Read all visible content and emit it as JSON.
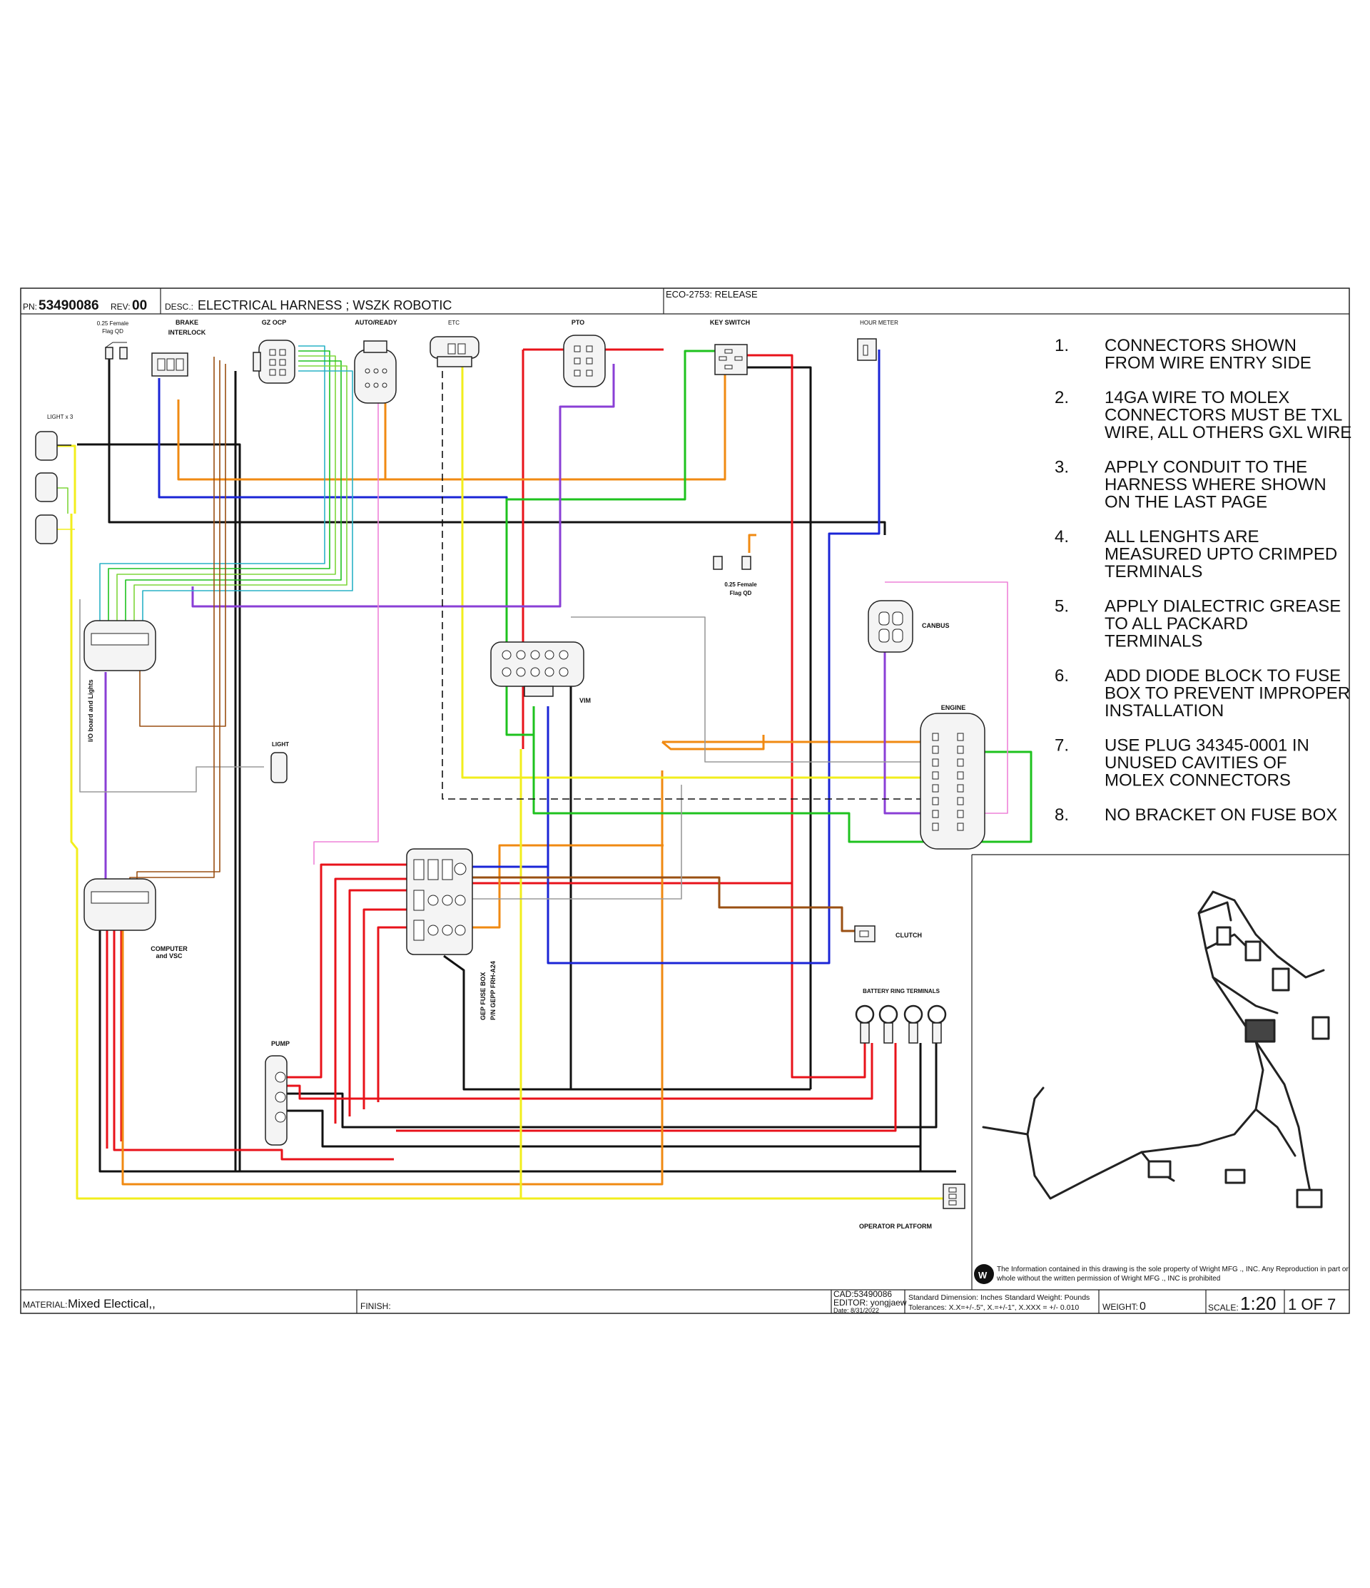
{
  "title_block": {
    "pn_label": "PN:",
    "pn": "53490086",
    "rev_label": "REV:",
    "rev": "00",
    "desc_label": "DESC.:",
    "desc": "ELECTRICAL HARNESS ; WSZK ROBOTIC",
    "eco": "ECO-2753: RELEASE",
    "material_label": "MATERIAL:",
    "material": "Mixed Electical,,",
    "finish_label": "FINISH:",
    "cad": "CAD:53490086",
    "editor": "EDITOR: yongjaew",
    "date": "Date: 8/31/2022",
    "std_dim": "Standard Dimension: Inches Standard Weight: Pounds",
    "tolerances": "Tolerances: X.X=+/-.5\", X.=+/-1\", X.XXX = +/- 0.010",
    "weight_label": "WEIGHT:",
    "weight": "0",
    "scale_label": "SCALE:",
    "scale": "1:20",
    "sheet": "1 OF 7",
    "disclaimer_1": "The Information contained in this drawing is the sole property of Wright MFG ., INC. Any Reproduction in part or",
    "disclaimer_2": "whole without the written permission of Wright MFG ., INC is prohibited"
  },
  "connectors": {
    "flag_qd_top": "0.25 Female",
    "flag_qd_top_2": "Flag QD",
    "brake": "BRAKE",
    "brake_2": "INTERLOCK",
    "gz_ocp": "GZ OCP",
    "auto_ready": "AUTO/READY",
    "etc": "ETC",
    "pto": "PTO",
    "key_switch": "KEY SWITCH",
    "hour_meter": "HOUR METER",
    "light_x3": "LIGHT x 3",
    "io_board": "I/O board and Lights",
    "flag_qd_mid": "0.25 Female",
    "flag_qd_mid_2": "Flag QD",
    "canbus": "CANBUS",
    "vim": "VIM",
    "engine": "ENGINE",
    "light": "LIGHT",
    "computer": "COMPUTER",
    "computer_2": "and VSC",
    "fuse_box": "GEP FUSE BOX",
    "fuse_box_2": "P/N GEPP FRH-A24",
    "clutch": "CLUTCH",
    "battery": "BATTERY RING TERMINALS",
    "pump": "PUMP",
    "operator_platform": "OPERATOR PLATFORM"
  },
  "notes": [
    {
      "num": "1.",
      "lines": [
        "CONNECTORS SHOWN",
        "FROM WIRE ENTRY SIDE"
      ]
    },
    {
      "num": "2.",
      "lines": [
        "14GA WIRE TO MOLEX",
        "CONNECTORS MUST BE TXL",
        "WIRE, ALL OTHERS GXL WIRE"
      ]
    },
    {
      "num": "3.",
      "lines": [
        "APPLY CONDUIT TO THE",
        "HARNESS WHERE SHOWN",
        "ON THE LAST PAGE"
      ]
    },
    {
      "num": "4.",
      "lines": [
        "ALL LENGHTS ARE",
        "MEASURED UPTO CRIMPED",
        "TERMINALS"
      ]
    },
    {
      "num": "5.",
      "lines": [
        "APPLY DIALECTRIC GREASE",
        "TO ALL PACKARD",
        "TERMINALS"
      ]
    },
    {
      "num": "6.",
      "lines": [
        "ADD DIODE BLOCK TO FUSE",
        "BOX TO PREVENT IMPROPER",
        "INSTALLATION"
      ]
    },
    {
      "num": "7.",
      "lines": [
        "USE PLUG 34345-0001 IN",
        "UNUSED CAVITIES OF",
        "MOLEX CONNECTORS"
      ]
    },
    {
      "num": "8.",
      "lines": [
        "NO BRACKET ON FUSE BOX"
      ]
    }
  ],
  "colors": {
    "red": "#e8121a",
    "black": "#111111",
    "orange": "#f08a12",
    "blue": "#1a24d6",
    "yellow": "#f2ee1c",
    "green": "#1ec21e",
    "purple": "#8a3fd6",
    "pink": "#ee82d8",
    "brown": "#9a4f12",
    "gray": "#9a9a9a",
    "teal": "#29b2c6",
    "lightgreen": "#7fd63a"
  }
}
